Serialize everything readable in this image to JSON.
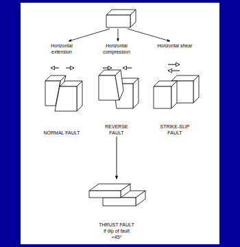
{
  "diagram": {
    "nodes": [
      {
        "text": [
          "Horizontal extension",
          "NORMAL FAULT"
        ]
      },
      {
        "text": [
          "Horizontal compression",
          "REVERSE FAULT"
        ]
      },
      {
        "text": [
          "Horizontal shear",
          "STRIKE-SLIP FAULT"
        ]
      },
      {
        "text": [
          "THRUST FAULT",
          "if dip of fault <45º"
        ]
      }
    ],
    "edges": [
      {
        "from": 1,
        "to": 3,
        "arrow": "to"
      }
    ]
  }
}
